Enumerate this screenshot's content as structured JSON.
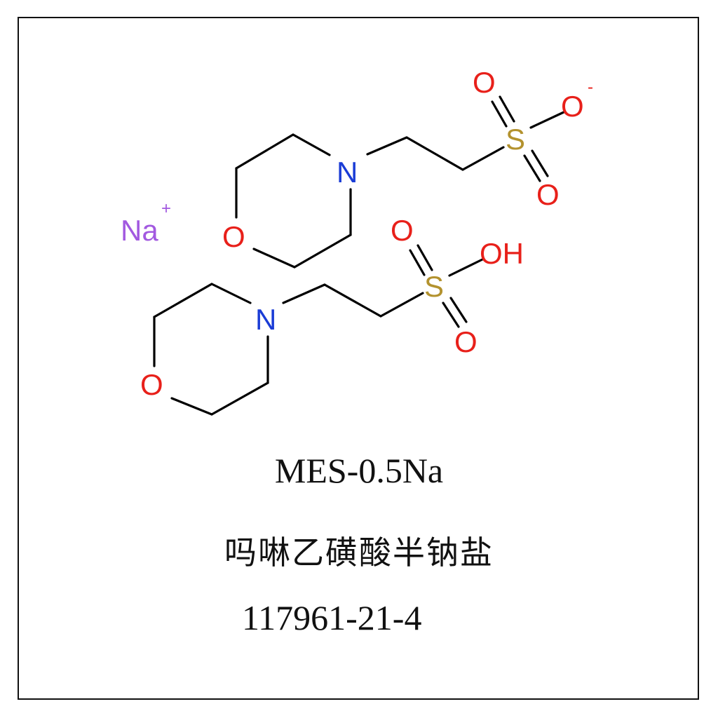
{
  "colors": {
    "bond": "#000000",
    "nitrogen": "#1a3cd6",
    "oxygen": "#e8201a",
    "sulfur": "#b3922e",
    "sodium": "#a259e0",
    "border": "#111111"
  },
  "structure": {
    "counter_ion": {
      "symbol": "Na",
      "charge": "+"
    },
    "upper_molecule": {
      "ring_n": "N",
      "ring_o": "O",
      "sulfur": "S",
      "o_top": "O",
      "o_bottom": "O",
      "o_anion": "O",
      "anion_charge": "-"
    },
    "lower_molecule": {
      "ring_n": "N",
      "ring_o": "O",
      "sulfur": "S",
      "o_top": "O",
      "o_bottom": "O",
      "hydroxyl": "OH"
    }
  },
  "labels": {
    "abbreviation": "MES-0.5Na",
    "chinese_name": "吗啉乙磺酸半钠盐",
    "cas_number": "117961-21-4"
  }
}
